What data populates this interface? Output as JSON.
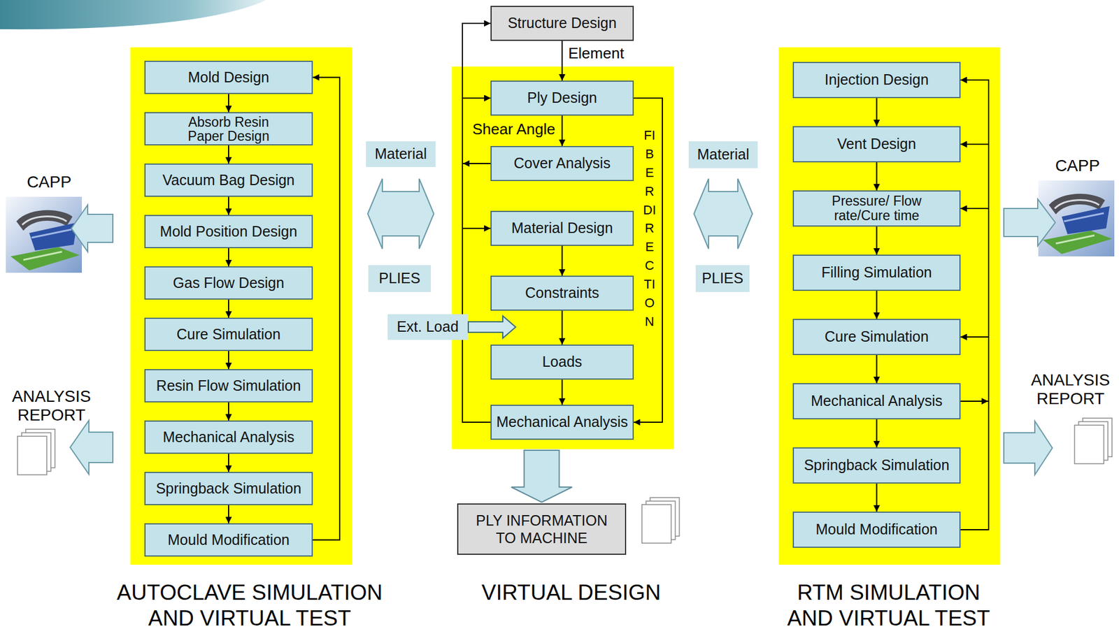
{
  "diagram": {
    "nodes": [
      {
        "text": [
          "AUTOCLAVE SIMULATION AND VIRTUAL TEST"
        ]
      },
      {
        "text": [
          "Mold Design"
        ],
        "in": 0
      },
      {
        "text": [
          "Absorb Resin Paper Design"
        ],
        "in": 0
      },
      {
        "text": [
          "Vacuum Bag Design"
        ],
        "in": 0
      },
      {
        "text": [
          "Mold Position Design"
        ],
        "in": 0
      },
      {
        "text": [
          "Gas Flow Design"
        ],
        "in": 0
      },
      {
        "text": [
          "Cure Simulation"
        ],
        "in": 0
      },
      {
        "text": [
          "Resin Flow Simulation"
        ],
        "in": 0
      },
      {
        "text": [
          "Mechanical Analysis"
        ],
        "in": 0
      },
      {
        "text": [
          "Springback Simulation"
        ],
        "in": 0
      },
      {
        "text": [
          "Mould Modification"
        ],
        "in": 0
      },
      {
        "text": [
          "Structure Design"
        ]
      },
      {
        "text": [
          "VIRTUAL DESIGN"
        ]
      },
      {
        "text": [
          "Ply Design"
        ],
        "in": 12
      },
      {
        "text": [
          "Cover Analysis"
        ],
        "in": 12
      },
      {
        "text": [
          "Material Design"
        ],
        "in": 12
      },
      {
        "text": [
          "Constraints"
        ],
        "in": 12
      },
      {
        "text": [
          "Loads"
        ],
        "in": 12
      },
      {
        "text": [
          "Mechanical Analysis"
        ],
        "in": 12
      },
      {
        "text": [
          "PLY INFORMATION TO MACHINE"
        ]
      },
      {
        "text": [
          "RTM SIMULATION AND VIRTUAL TEST"
        ]
      },
      {
        "text": [
          "Injection Design"
        ],
        "in": 20
      },
      {
        "text": [
          "Vent Design"
        ],
        "in": 20
      },
      {
        "text": [
          "Pressure/ Flow rate/Cure time"
        ],
        "in": 20
      },
      {
        "text": [
          "Filling Simulation"
        ],
        "in": 20
      },
      {
        "text": [
          "Cure Simulation"
        ],
        "in": 20
      },
      {
        "text": [
          "Mechanical Analysis"
        ],
        "in": 20
      },
      {
        "text": [
          "Springback Simulation"
        ],
        "in": 20
      },
      {
        "text": [
          "Mould Modification"
        ],
        "in": 20
      },
      {
        "text": [
          "Material"
        ]
      },
      {
        "text": [
          "PLIES"
        ]
      },
      {
        "text": [
          "Material"
        ]
      },
      {
        "text": [
          "PLIES"
        ]
      },
      {
        "text": [
          "Ext. Load"
        ]
      }
    ],
    "edges": [
      {
        "from": 1,
        "to": 2,
        "arrow": "to"
      },
      {
        "from": 2,
        "to": 3,
        "arrow": "to"
      },
      {
        "from": 3,
        "to": 4,
        "arrow": "to"
      },
      {
        "from": 4,
        "to": 5,
        "arrow": "to"
      },
      {
        "from": 5,
        "to": 6,
        "arrow": "to"
      },
      {
        "from": 6,
        "to": 7,
        "arrow": "to"
      },
      {
        "from": 7,
        "to": 8,
        "arrow": "to"
      },
      {
        "from": 8,
        "to": 9,
        "arrow": "to"
      },
      {
        "from": 9,
        "to": 10,
        "arrow": "to"
      },
      {
        "from": 10,
        "to": 1,
        "arrow": "to"
      },
      {
        "from": 11,
        "to": 13,
        "label": "Element",
        "arrow": "to"
      },
      {
        "from": 13,
        "to": 14,
        "label": "Shear Angle",
        "arrow": "to"
      },
      {
        "from": 15,
        "to": 16,
        "arrow": "to"
      },
      {
        "from": 16,
        "to": 17,
        "arrow": "to"
      },
      {
        "from": 17,
        "to": 18,
        "arrow": "to"
      },
      {
        "from": 18,
        "to": 11,
        "arrow": "to"
      },
      {
        "from": 18,
        "to": 13,
        "arrow": "to"
      },
      {
        "from": 18,
        "to": 15,
        "arrow": "to"
      },
      {
        "from": 14,
        "to": 13,
        "arrow": "to"
      },
      {
        "from": 13,
        "to": 18,
        "label": "FIBER DIRECTION",
        "arrow": "to"
      },
      {
        "from": 12,
        "to": 19,
        "arrow": "to"
      },
      {
        "from": 21,
        "to": 22,
        "arrow": "to"
      },
      {
        "from": 22,
        "to": 23,
        "arrow": "to"
      },
      {
        "from": 23,
        "to": 24,
        "arrow": "to"
      },
      {
        "from": 24,
        "to": 25,
        "arrow": "to"
      },
      {
        "from": 25,
        "to": 26,
        "arrow": "to"
      },
      {
        "from": 26,
        "to": 27,
        "arrow": "to"
      },
      {
        "from": 27,
        "to": 28,
        "arrow": "to"
      },
      {
        "from": 26,
        "to": 21,
        "arrow": "to"
      },
      {
        "from": 26,
        "to": 22,
        "arrow": "to"
      },
      {
        "from": 26,
        "to": 23,
        "arrow": "to"
      },
      {
        "from": 26,
        "to": 25,
        "arrow": "to"
      },
      {
        "from": 28,
        "to": 21,
        "arrow": "to"
      },
      {
        "from": 28,
        "to": 22,
        "arrow": "to"
      },
      {
        "from": 28,
        "to": 23,
        "arrow": "to"
      },
      {
        "from": 28,
        "to": 25,
        "arrow": "to"
      }
    ],
    "labels": [
      "CAPP",
      "CAPP",
      "ANALYSIS REPORT",
      "ANALYSIS REPORT"
    ]
  }
}
